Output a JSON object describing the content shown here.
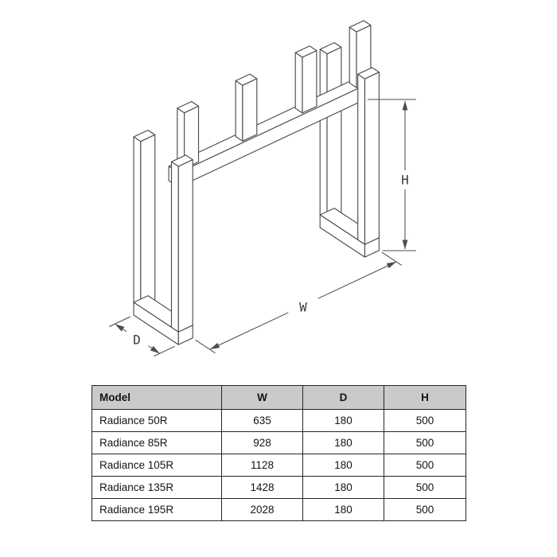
{
  "diagram": {
    "labels": {
      "depth": "D",
      "width": "W",
      "height": "H"
    }
  },
  "table": {
    "headers": [
      "Model",
      "W",
      "D",
      "H"
    ],
    "rows": [
      {
        "model": "Radiance 50R",
        "w": "635",
        "d": "180",
        "h": "500"
      },
      {
        "model": "Radiance 85R",
        "w": "928",
        "d": "180",
        "h": "500"
      },
      {
        "model": "Radiance 105R",
        "w": "1128",
        "d": "180",
        "h": "500"
      },
      {
        "model": "Radiance 135R",
        "w": "1428",
        "d": "180",
        "h": "500"
      },
      {
        "model": "Radiance 195R",
        "w": "2028",
        "d": "180",
        "h": "500"
      }
    ]
  },
  "colors": {
    "line": "#4d4d4d",
    "header_bg": "#cacaca",
    "table_border": "#262626",
    "page_bg": "#ffffff"
  }
}
